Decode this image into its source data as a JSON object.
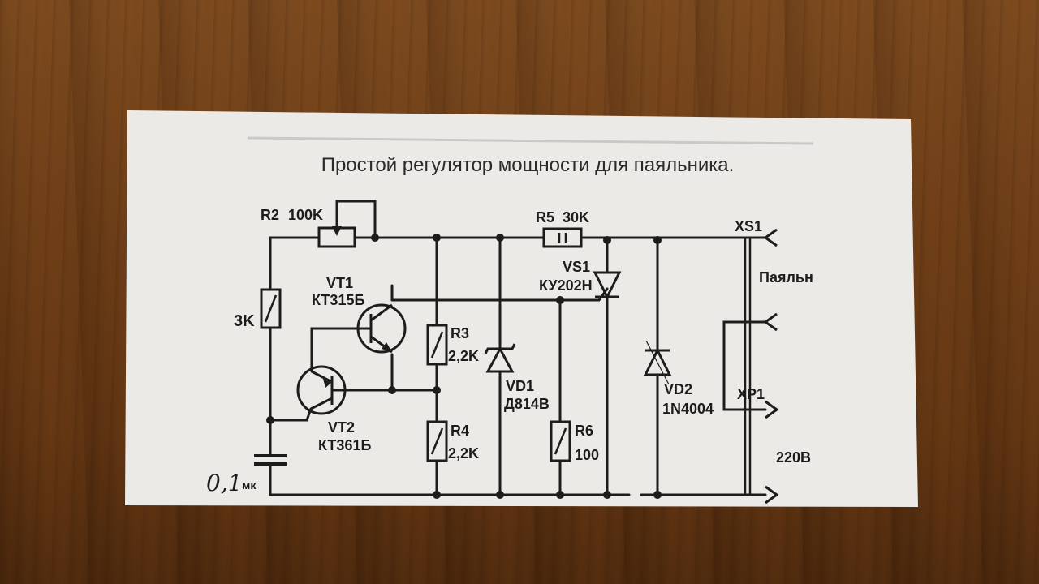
{
  "title": "Простой регулятор мощности для паяльника.",
  "components": {
    "r2": {
      "ref": "R2",
      "value": "100K"
    },
    "r1": {
      "value": "3K"
    },
    "vt1": {
      "ref": "VT1",
      "type": "КТ315Б"
    },
    "vt2": {
      "ref": "VT2",
      "type": "КТ361Б"
    },
    "r3": {
      "ref": "R3",
      "value": "2,2K"
    },
    "r4": {
      "ref": "R4",
      "value": "2,2K"
    },
    "r5": {
      "ref": "R5",
      "value": "30K"
    },
    "vs1": {
      "ref": "VS1",
      "type": "КУ202Н"
    },
    "vd1": {
      "ref": "VD1",
      "type": "Д814В"
    },
    "r6": {
      "ref": "R6",
      "value": "100"
    },
    "vd2": {
      "ref": "VD2",
      "type": "1N4004"
    },
    "c1": {
      "value": "0,1",
      "unit": "мк"
    }
  },
  "connectors": {
    "xs1": {
      "ref": "XS1",
      "label": "Паяльн"
    },
    "xp1": {
      "ref": "XP1",
      "label": "220В"
    }
  },
  "colors": {
    "paper": "#eceae6",
    "ink": "#1c1c1c",
    "wood": "#6b3d17"
  }
}
